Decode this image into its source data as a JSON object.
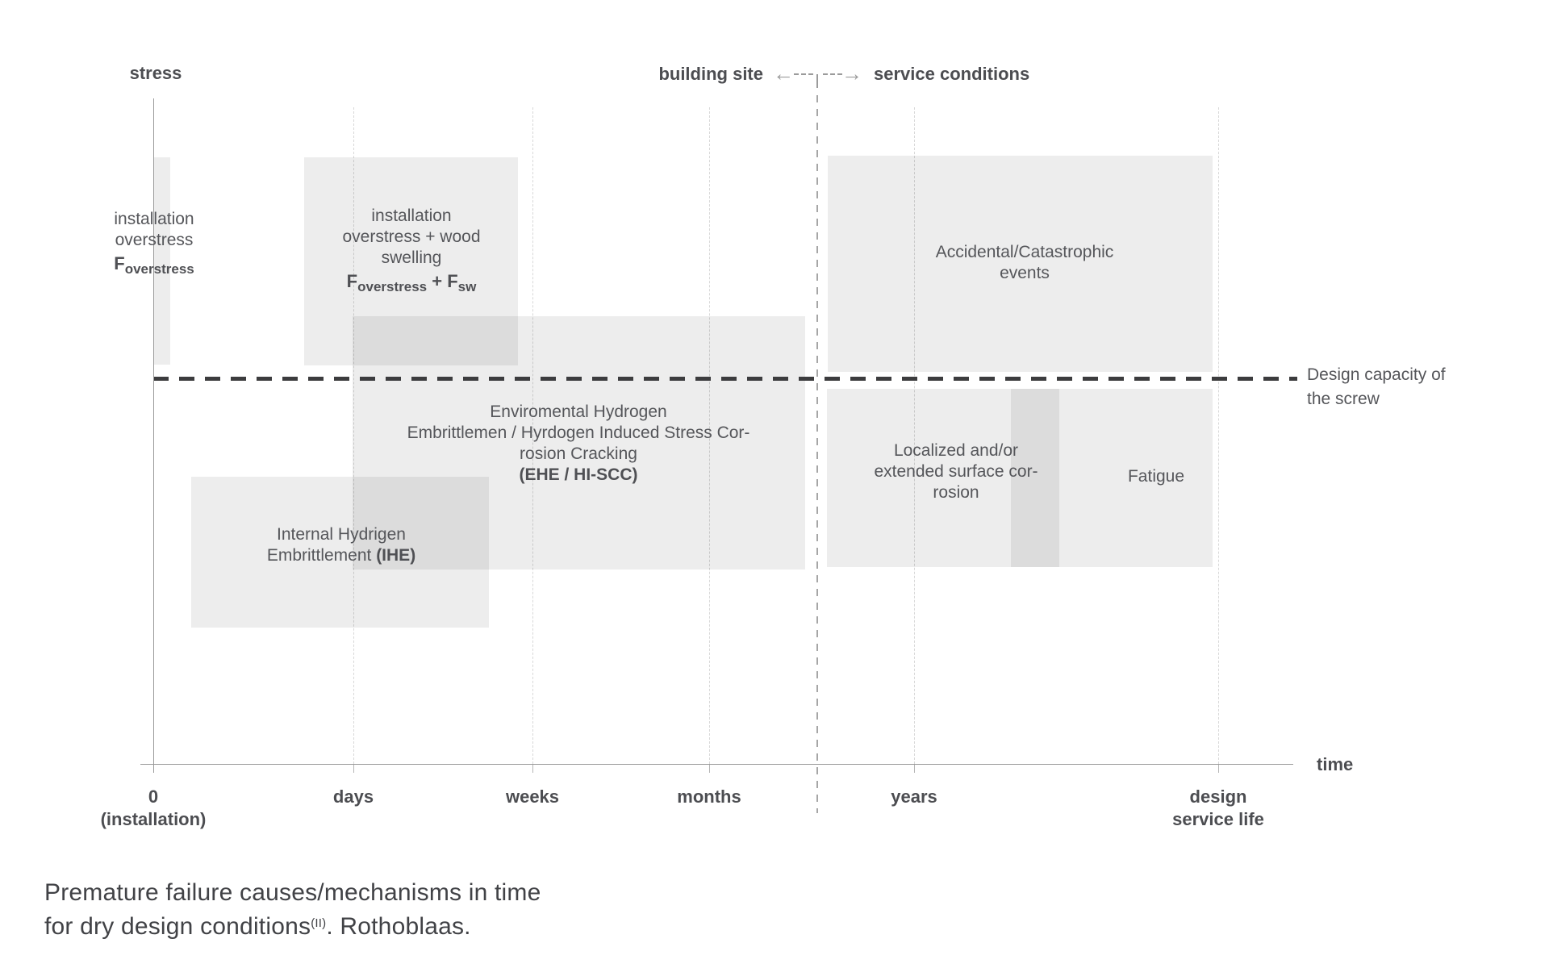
{
  "header": {
    "stress_axis_label": "stress",
    "time_axis_label": "time",
    "building_site_label": "building site",
    "service_conditions_label": "service conditions",
    "left_arrow": "←",
    "right_arrow": "→"
  },
  "capacity": {
    "line1": "Design capacity of",
    "line2": "the screw"
  },
  "x_axis": {
    "ticks": [
      {
        "line1": "0",
        "line2": "(installation)"
      },
      {
        "line1": "days",
        "line2": ""
      },
      {
        "line1": "weeks",
        "line2": ""
      },
      {
        "line1": "months",
        "line2": ""
      },
      {
        "line1": "years",
        "line2": ""
      },
      {
        "line1": "design",
        "line2": "service life"
      }
    ]
  },
  "regions": {
    "installation_overstress": {
      "line1": "installation",
      "line2": "overstress",
      "formula": {
        "f1": "F",
        "sub1": "overstress"
      }
    },
    "overstress_swelling": {
      "line1": "installation",
      "line2": "overstress + wood",
      "line3": "swelling",
      "formula": {
        "f1": "F",
        "sub1": "overstress",
        "plus": " + ",
        "f2": "F",
        "sub2": "sw"
      }
    },
    "ehe": {
      "line1": "Enviromental Hydrogen",
      "line2": "Embrittlemen / Hyrdogen Induced Stress Cor-",
      "line3": "rosion Cracking",
      "line4": "(EHE / HI-SCC)"
    },
    "ihe": {
      "line1": "Internal Hydrigen",
      "line2_pre": "Embrittlement ",
      "line2_bold": "(IHE)"
    },
    "accidental": {
      "line1": "Accidental/Catastrophic",
      "line2": "events"
    },
    "localized_corrosion": {
      "line1": "Localized and/or",
      "line2": "extended surface cor-",
      "line3": "rosion"
    },
    "fatigue": {
      "line1": "Fatigue"
    }
  },
  "caption": {
    "line1": "Premature failure causes/mechanisms in time",
    "line2_pre": "for dry design conditions",
    "sup": "(II)",
    "line2_post": ". Rothoblaas."
  },
  "colors": {
    "region_fill": "#ececec",
    "capacity_line": "#3c3c3e",
    "divider": "#a6a6a6",
    "axis": "#9a9a9a",
    "gridline": "#d8d8d8",
    "body_text": "#55565a",
    "heading_text": "#4c4d51"
  }
}
